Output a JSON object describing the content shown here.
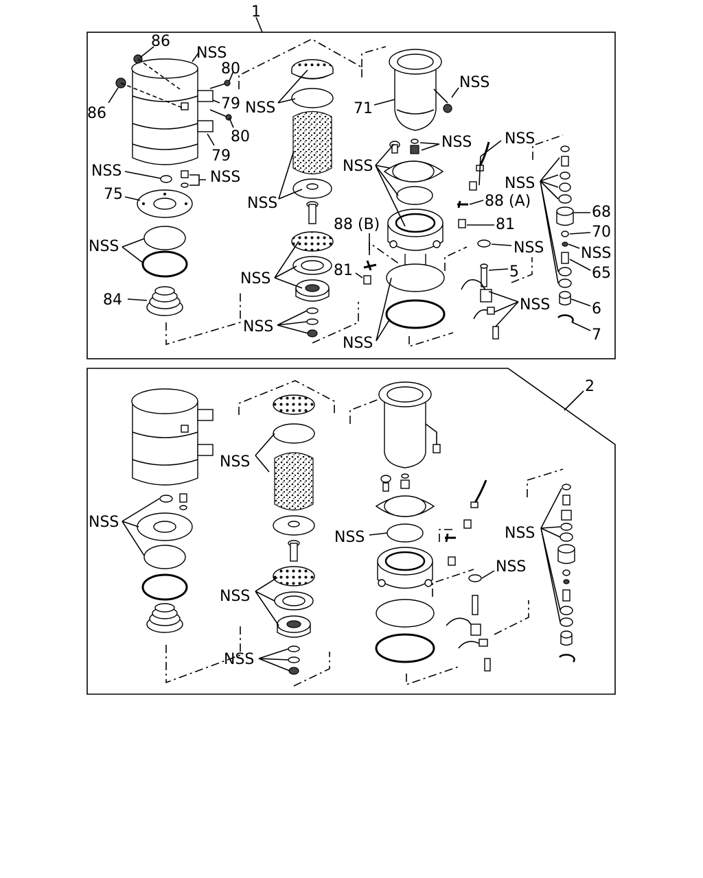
{
  "assemblies": [
    {
      "ref": "1",
      "label": "1"
    },
    {
      "ref": "2",
      "label": "2"
    }
  ],
  "callouts_top": {
    "c86a": "86",
    "c86b": "86",
    "c80a": "80",
    "c80b": "80",
    "c79a": "79",
    "c79b": "79",
    "c75": "75",
    "c84": "84",
    "c71": "71",
    "c88a": "88 (A)",
    "c88b": "88 (B)",
    "c81a": "81",
    "c81b": "81",
    "c5": "5",
    "c68": "68",
    "c70": "70",
    "c65": "65",
    "c6": "6",
    "c7": "7",
    "nss": "NSS"
  },
  "callouts_bottom": {
    "nss": "NSS"
  }
}
